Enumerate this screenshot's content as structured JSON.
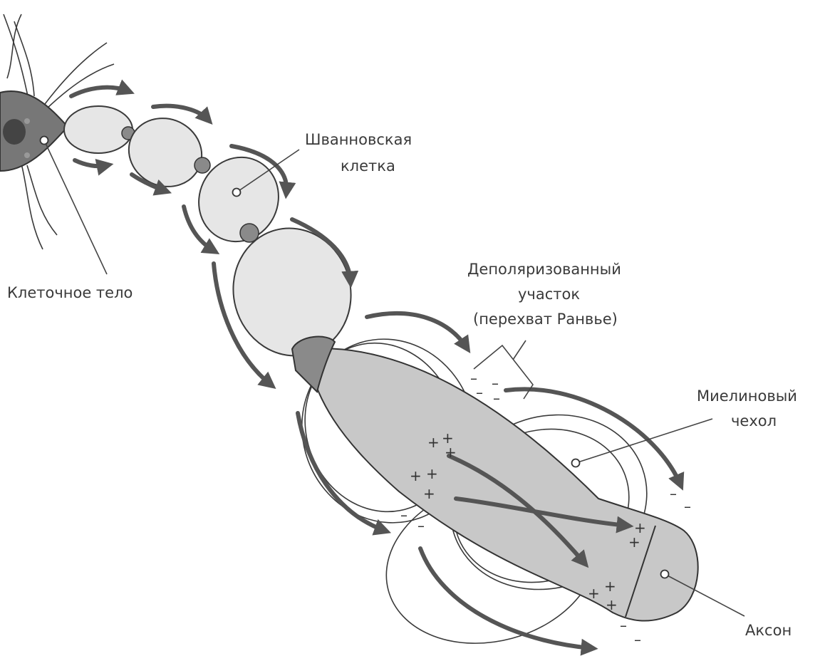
{
  "labels": {
    "cell_body": "Клеточное тело",
    "schwann_line1": "Шванновская",
    "schwann_line2": "клетка",
    "node_line1": "Деполяризованный",
    "node_line2": "участок",
    "node_line3": "(перехват Ранвье)",
    "myelin_line1": "Миелиновый",
    "myelin_line2": "чехол",
    "axon": "Аксон"
  },
  "charges": {
    "plus": "+",
    "minus": "–"
  },
  "colors": {
    "outline": "#3a3a3a",
    "sheath_fill": "#e6e6e6",
    "axon_fill": "#c8c8c8",
    "node_fill": "#8a8a8a",
    "arrow": "#555555"
  }
}
